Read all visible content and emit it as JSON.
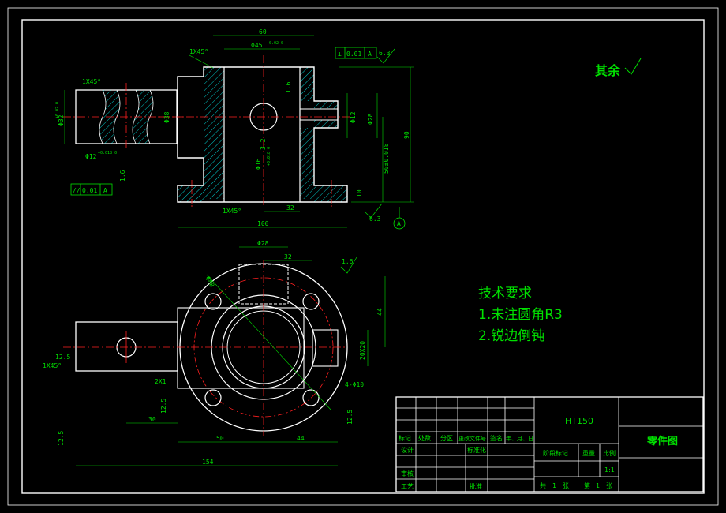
{
  "notes": {
    "rest_finish": "其余",
    "tech_title": "技术要求",
    "tech_items": [
      "1.未注圆角R3",
      "2.锐边倒钝"
    ]
  },
  "front_view": {
    "dims": {
      "width_top": "60",
      "bore_top": "Φ45",
      "bore_top_tol": "+0.02\n0",
      "chamfer_top": "1X45°",
      "tol_frame": [
        "0.01",
        "A"
      ],
      "rough_top": "6.3",
      "rough_bore": "1.6",
      "dia_right_small": "Φ12",
      "dia_right_big": "Φ28",
      "height_total": "90",
      "height_50": "50±0.018",
      "height_10": "10",
      "dia_16": "Φ16",
      "dia_16_tol": "+0.018\n0",
      "rough_32": "3.2",
      "chamfer_bottom": "1X45°",
      "base_32": "32",
      "base_100": "100",
      "rough_bottom": "6.3",
      "datum": "A"
    }
  },
  "shaft_view": {
    "dims": {
      "chamfer": "1X45°",
      "dia_32": "Φ32",
      "dia_32_tol": "+0.02\n0",
      "dia_38": "Φ38",
      "dia_12": "Φ12",
      "dia_12_tol": "+0.018\n0",
      "rough": "1.6",
      "tol_frame": [
        "0.01",
        "A"
      ]
    }
  },
  "top_view": {
    "dims": {
      "dia_28": "Φ28",
      "dia_88": "Φ88",
      "w_32": "32",
      "rough_top": "1.6",
      "h_44": "44",
      "slot": "20X20",
      "rough_left": "12.5",
      "chamfer": "1X45°",
      "groove": "2X1",
      "holes": "4-Φ10",
      "rough_mid": "12.5",
      "d_30": "30",
      "rough_right": "12.5",
      "rough_far": "12.5",
      "d_50": "50",
      "d_44": "44",
      "d_154": "154"
    }
  },
  "title_block": {
    "material": "HT150",
    "part_name": "零件图",
    "rev_headers": [
      "标记",
      "处数",
      "分区",
      "更改文件号",
      "签名",
      "年、月、日"
    ],
    "design": "设计",
    "standard": "标准化",
    "review": "审核",
    "process": "工艺",
    "approve": "批准",
    "stage_mark": "阶段标记",
    "weight": "重量",
    "scale_label": "比例",
    "scale": "1:1",
    "sheet_total_prefix": "共",
    "sheet_total": "1",
    "sheet_unit1": "张",
    "sheet_no_prefix": "第",
    "sheet_no": "1",
    "sheet_unit2": "张"
  },
  "colors": {
    "outline": "#ffffff",
    "dimension": "#00e000",
    "centerline": "#ff2020",
    "hatch": "#00c8c8",
    "accent": "#ff00ff"
  }
}
